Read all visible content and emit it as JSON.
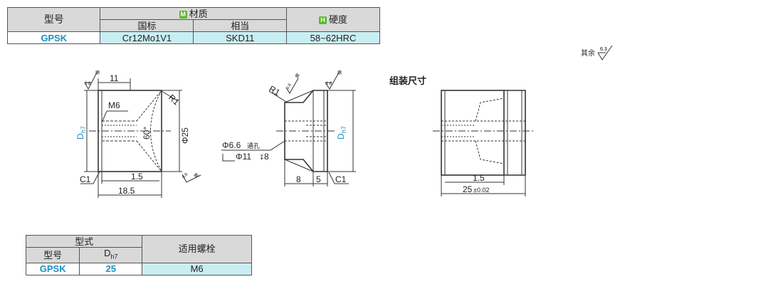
{
  "spec_table": {
    "col_model": "型号",
    "material_badge": "M",
    "material_label": "材质",
    "material_std": "国标",
    "material_equiv": "相当",
    "hardness_badge": "H",
    "hardness_label": "硬度",
    "row": {
      "model": "GPSK",
      "std": "Cr12Mo1V1",
      "equiv": "SKD11",
      "hardness": "58~62HRC"
    }
  },
  "roughness_note": {
    "label": "其余",
    "value": "6.3"
  },
  "drawing": {
    "dim_11": "11",
    "dim_m6": "M6",
    "dim_60": "60°",
    "dim_phi25": "Φ25",
    "dim_r1_a": "R1",
    "dim_dh7_a": "D",
    "dim_h7_a": "h7",
    "dim_c1_a": "C1",
    "dim_1_5_a": "1.5",
    "dim_18_5": "18.5",
    "rough_0_8": "0.8",
    "rough_1_6": "1.6",
    "rough_mark": "磨",
    "dim_r1_b": "R1",
    "dim_phi6_6": "Φ6.6",
    "dim_through": "通孔",
    "dim_phi11": "Φ11",
    "dim_depth8": "8",
    "dim_8": "8",
    "dim_5": "5",
    "dim_c1_b": "C1",
    "dim_dh7_b": "D",
    "dim_h7_b": "h7",
    "assembly_title": "组装尺寸",
    "dim_1_5_b": "1.5",
    "dim_25": "25",
    "dim_tol": "±0.02"
  },
  "type_table": {
    "type_label": "型式",
    "bolt_label": "适用螺栓",
    "col_model": "型号",
    "col_d": "D",
    "col_d_sub": "h7",
    "row": {
      "model": "GPSK",
      "d": "25",
      "bolt": "M6"
    }
  },
  "colors": {
    "header_gray": "#d9d9d9",
    "cell_cyan": "#c9eef2",
    "model_blue": "#1a8fc0",
    "badge_green": "#5bb82e"
  }
}
